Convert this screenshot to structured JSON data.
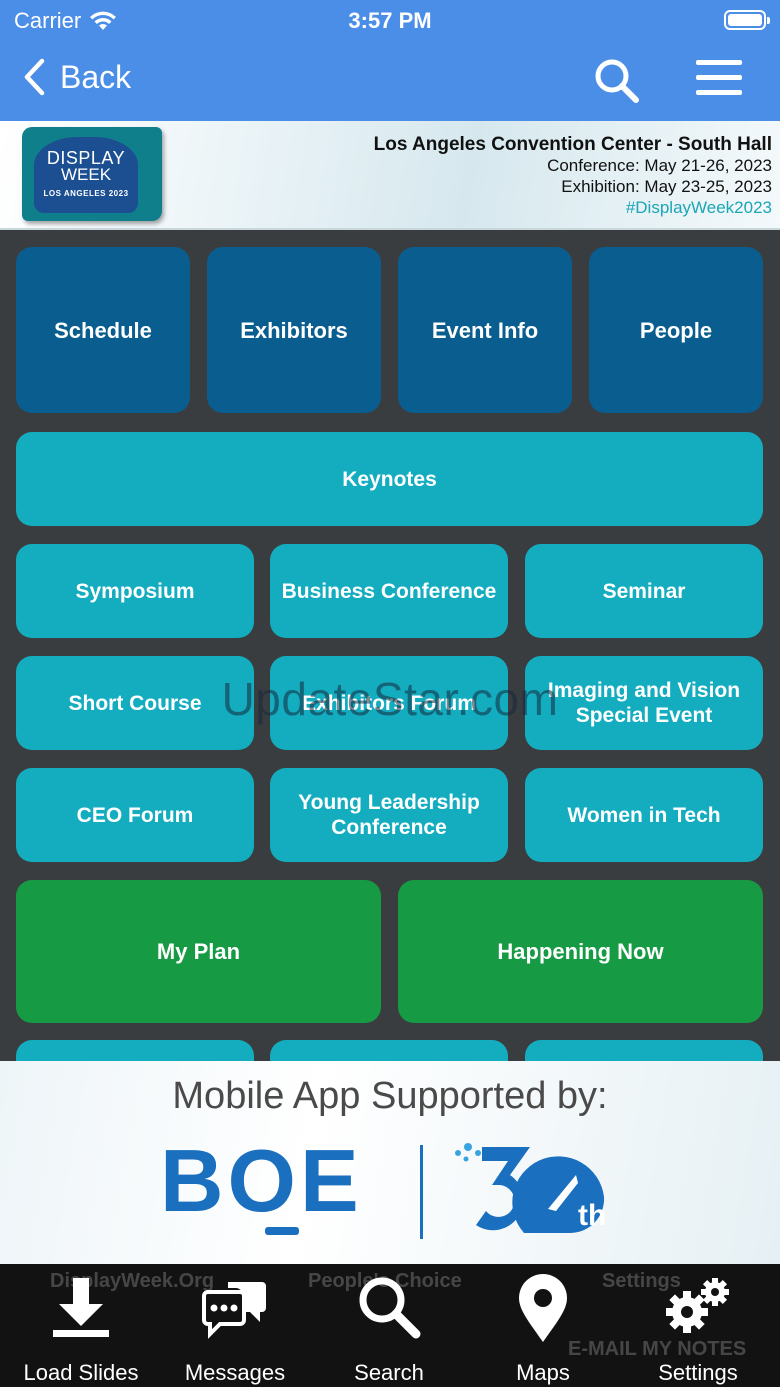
{
  "status": {
    "carrier": "Carrier",
    "time": "3:57 PM"
  },
  "nav": {
    "back_label": "Back"
  },
  "banner": {
    "logo_line1": "DISPLAY",
    "logo_line2": "WEEK",
    "logo_line3": "LOS ANGELES 2023",
    "venue": "Los Angeles Convention Center - South Hall",
    "conference": "Conference: May 21-26, 2023",
    "exhibition": "Exhibition: May 23-25, 2023",
    "hashtag": "#DisplayWeek2023"
  },
  "tiles": {
    "schedule": "Schedule",
    "exhibitors": "Exhibitors",
    "event_info": "Event Info",
    "people": "People",
    "keynotes": "Keynotes",
    "symposium": "Symposium",
    "business_conference": "Business Conference",
    "seminar": "Seminar",
    "short_course": "Short Course",
    "exhibitors_forum": "Exhibitors Forum",
    "imaging_vision": "Imaging and Vision Special Event",
    "ceo_forum": "CEO Forum",
    "young_leadership": "Young Leadership Conference",
    "women_in_tech": "Women in Tech",
    "my_plan": "My Plan",
    "happening_now": "Happening Now"
  },
  "watermark": "UpdateStar.com",
  "sponsor": {
    "title": "Mobile App Supported by:",
    "brand": "BOE",
    "anniversary_suffix": "th"
  },
  "behind_tabbar": {
    "item1": "DisplayWeek.Org",
    "item2": "People's Choice",
    "item3": "Settings",
    "item4": "E-MAIL MY NOTES"
  },
  "tabbar": {
    "load_slides": "Load Slides",
    "messages": "Messages",
    "search": "Search",
    "maps": "Maps",
    "settings": "Settings"
  },
  "colors": {
    "nav_blue": "#4a8ee8",
    "tile_dark_blue": "#0a5e8f",
    "tile_teal": "#14adc0",
    "tile_green": "#179a44",
    "brand_blue": "#1a6fbf"
  }
}
